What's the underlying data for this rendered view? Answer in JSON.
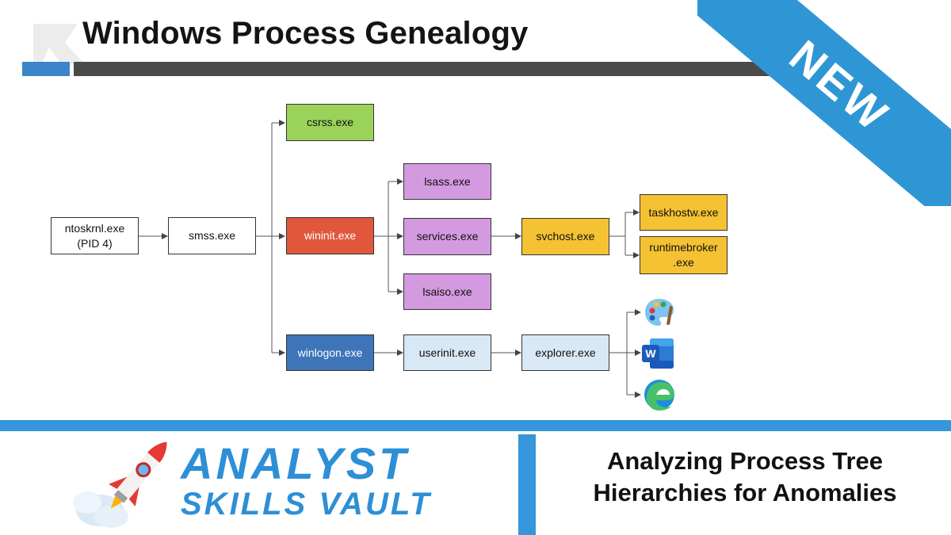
{
  "header": {
    "title": "Windows Process Genealogy",
    "badge": "NEW"
  },
  "diagram": {
    "nodes": {
      "ntoskrnl": "ntoskrnl.exe\n(PID 4)",
      "smss": "smss.exe",
      "csrss": "csrss.exe",
      "wininit": "wininit.exe",
      "winlogon": "winlogon.exe",
      "lsass": "lsass.exe",
      "services": "services.exe",
      "lsaiso": "lsaiso.exe",
      "svchost": "svchost.exe",
      "taskhostw": "taskhostw.exe",
      "runtimebroker": "runtimebroker\n.exe",
      "userinit": "userinit.exe",
      "explorer": "explorer.exe"
    },
    "app_icons": [
      "paint-icon",
      "word-icon",
      "edge-icon"
    ],
    "colors": {
      "green": "#9bd35a",
      "red": "#e0573b",
      "blue": "#3e75b8",
      "purple": "#d49ae0",
      "yellow": "#f4c232",
      "light_blue": "#d9e8f5"
    }
  },
  "footer": {
    "brand_line1": "ANALYST",
    "brand_line2": "SKILLS VAULT",
    "subtitle": "Analyzing Process Tree Hierarchies for Anomalies",
    "accent": "#3596db"
  }
}
